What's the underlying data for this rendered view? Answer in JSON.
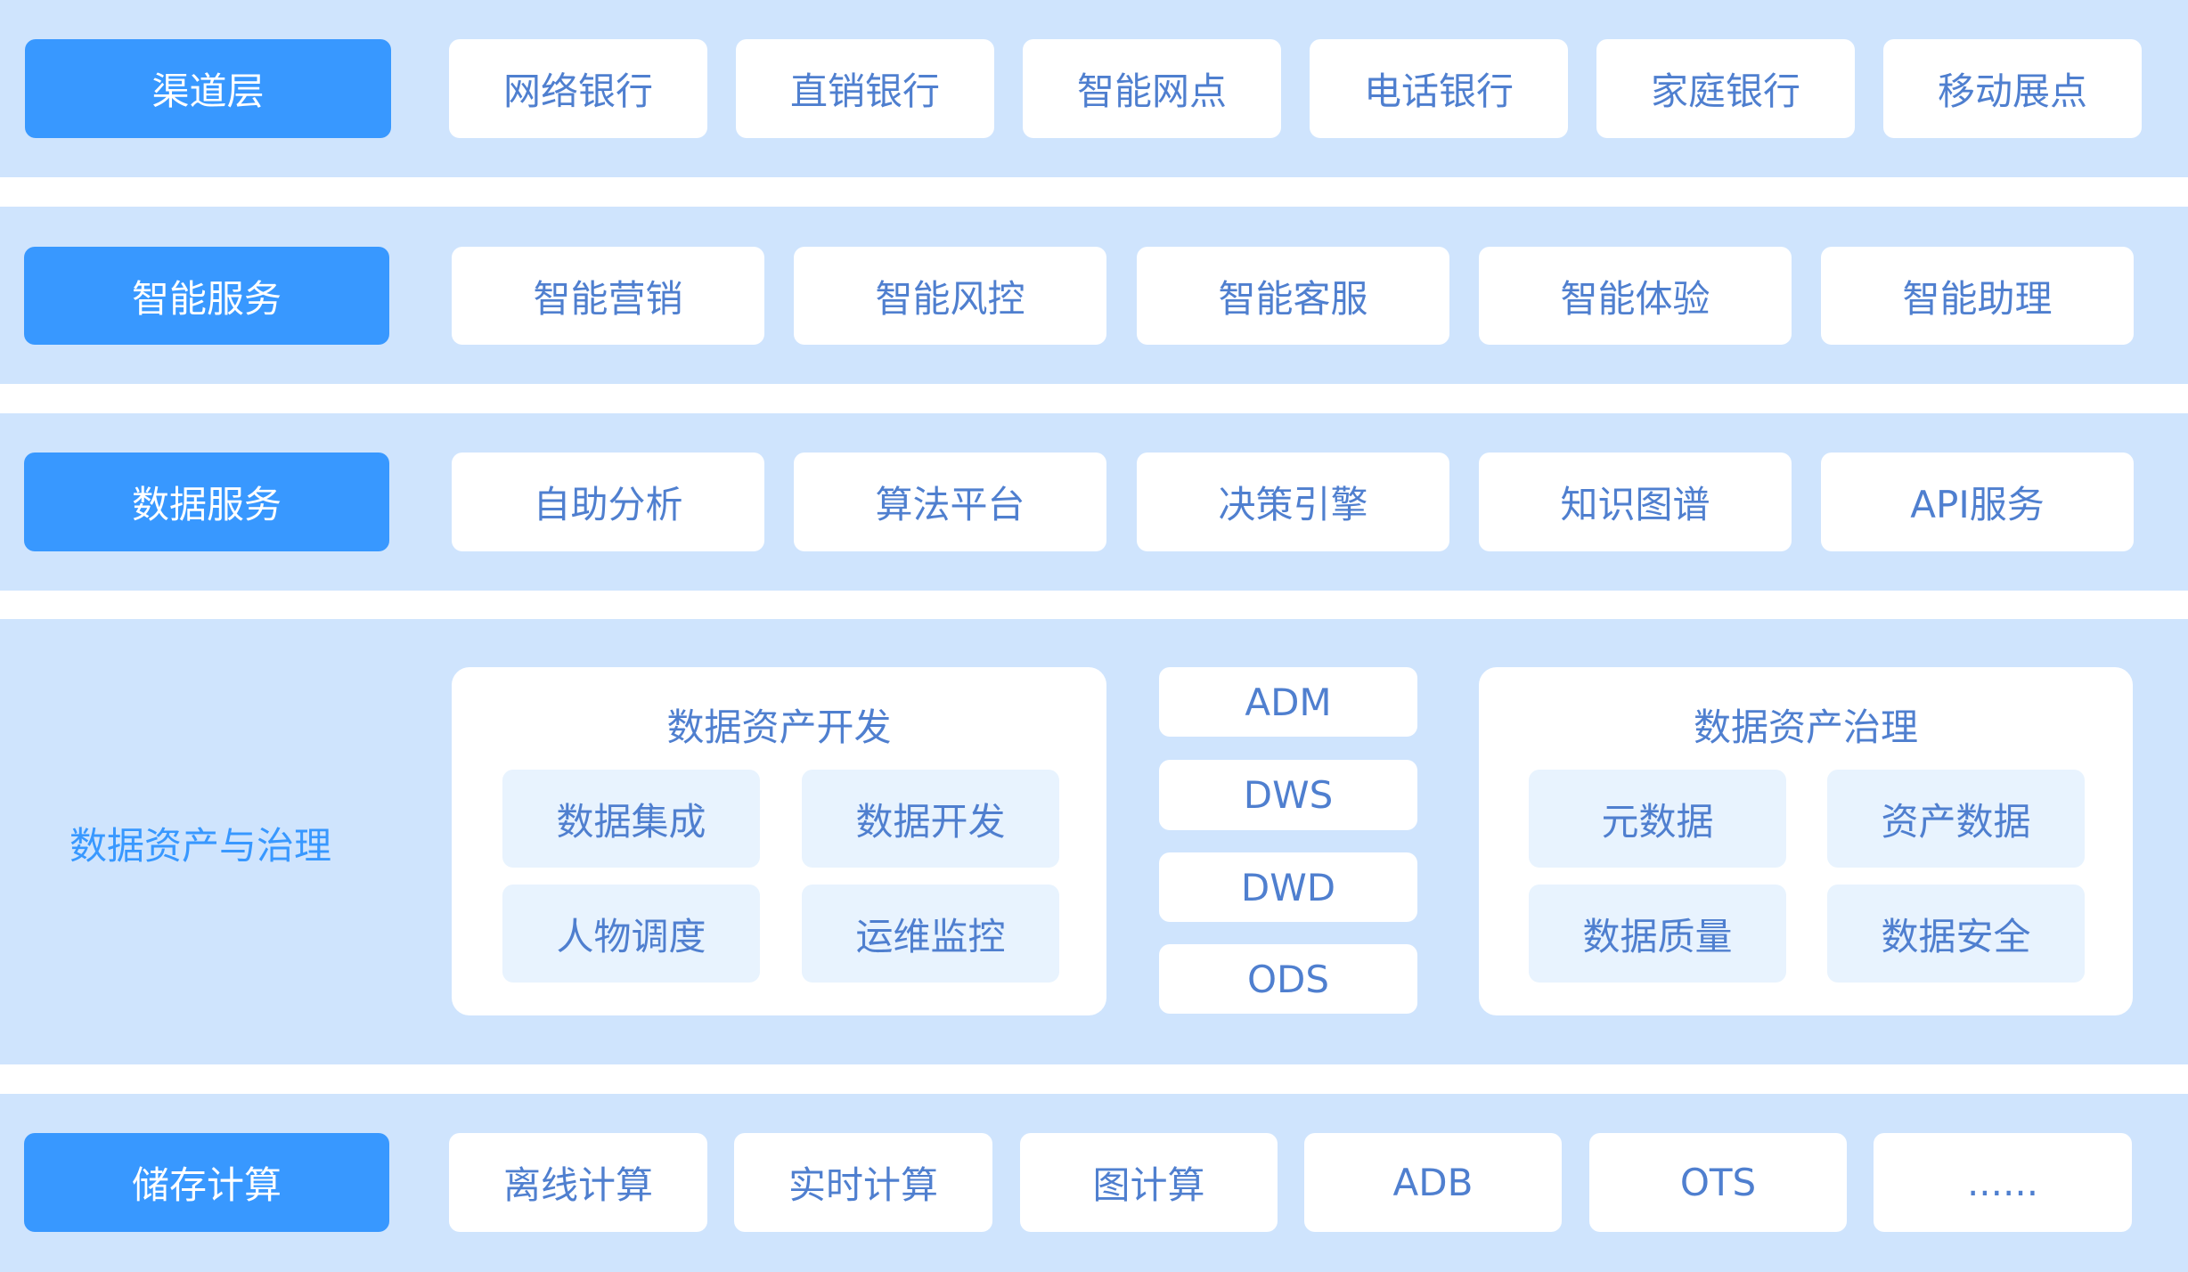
{
  "rows": [
    {
      "label": "渠道层",
      "items": [
        "网络银行",
        "直销银行",
        "智能网点",
        "电话银行",
        "家庭银行",
        "移动展点"
      ]
    },
    {
      "label": "智能服务",
      "items": [
        "智能营销",
        "智能风控",
        "智能客服",
        "智能体验",
        "智能助理"
      ]
    },
    {
      "label": "数据服务",
      "items": [
        "自助分析",
        "算法平台",
        "决策引擎",
        "知识图谱",
        "API服务"
      ]
    },
    {
      "label": "储存计算",
      "items": [
        "离线计算",
        "实时计算",
        "图计算",
        "ADB",
        "OTS",
        "......"
      ]
    }
  ],
  "asset": {
    "label": "数据资产与治理",
    "dev": {
      "title": "数据资产开发",
      "items": [
        "数据集成",
        "数据开发",
        "人物调度",
        "运维监控"
      ]
    },
    "layers": [
      "ADM",
      "DWS",
      "DWD",
      "ODS"
    ],
    "gov": {
      "title": "数据资产治理",
      "items": [
        "元数据",
        "资产数据",
        "数据质量",
        "数据安全"
      ]
    }
  }
}
